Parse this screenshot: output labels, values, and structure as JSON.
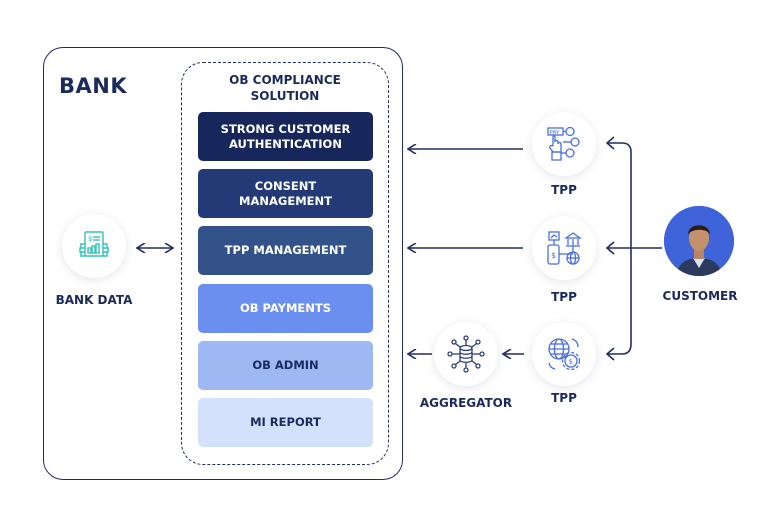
{
  "bank": {
    "title": "BANK",
    "data_label": "BANK DATA"
  },
  "ob_solution": {
    "title_line1": "OB COMPLIANCE",
    "title_line2": "SOLUTION",
    "modules": [
      {
        "label_line1": "STRONG CUSTOMER",
        "label_line2": "AUTHENTICATION",
        "bg": "#17275c",
        "fg": "#ffffff"
      },
      {
        "label_line1": "CONSENT",
        "label_line2": "MANAGEMENT",
        "bg": "#233a77",
        "fg": "#ffffff"
      },
      {
        "label_line1": "TPP MANAGEMENT",
        "label_line2": "",
        "bg": "#34528a",
        "fg": "#ffffff"
      },
      {
        "label_line1": "OB PAYMENTS",
        "label_line2": "",
        "bg": "#6a8ff0",
        "fg": "#ffffff"
      },
      {
        "label_line1": "OB ADMIN",
        "label_line2": "",
        "bg": "#9db8f2",
        "fg": "#1b2a5c"
      },
      {
        "label_line1": "MI REPORT",
        "label_line2": "",
        "bg": "#d3e1fc",
        "fg": "#1b2a5c"
      }
    ]
  },
  "tpps": [
    {
      "label": "TPP",
      "icon": "pay-hand-icon"
    },
    {
      "label": "TPP",
      "icon": "mobile-bank-globe-icon"
    },
    {
      "label": "TPP",
      "icon": "globe-gear-icon"
    }
  ],
  "aggregator": {
    "label": "AGGREGATOR",
    "icon": "database-network-icon"
  },
  "customer": {
    "label": "CUSTOMER",
    "avatar_bg": "#3f63d8"
  },
  "colors": {
    "navy": "#1b2a5c",
    "line": "#1f2f63",
    "icon_blue": "#4a6fe0",
    "icon_teal": "#2fc2b8"
  }
}
